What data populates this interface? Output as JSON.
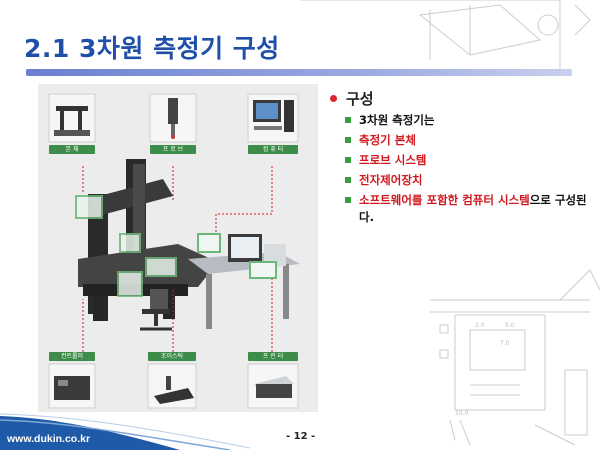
{
  "slide": {
    "title": "2.1 3차원 측정기 구성",
    "page_number": "- 12 -",
    "website": "www.dukin.co.kr"
  },
  "figure": {
    "captions_top": [
      "본 체",
      "프 로 브",
      "컴 퓨 터"
    ],
    "captions_bottom": [
      "컨트롤러",
      "조이스틱",
      "프 린 터"
    ]
  },
  "bullets": {
    "heading": "구성",
    "items": [
      {
        "text": "3차원 측정기는",
        "color": "#111111"
      },
      {
        "text": "측정기 본체",
        "color": "#d0191f"
      },
      {
        "text": "프로브 시스템",
        "color": "#d0191f"
      },
      {
        "text": "전자제어장치",
        "color": "#d0191f"
      }
    ],
    "last_item_red": "소프트웨어를 포함한 컴퓨터 시스템",
    "last_item_black": "으로 구성된다."
  },
  "colors": {
    "title": "#1f4fa8",
    "accent_red": "#d0191f",
    "bullet_green": "#3c9a40",
    "footer_blue": "#1e5aa8"
  }
}
